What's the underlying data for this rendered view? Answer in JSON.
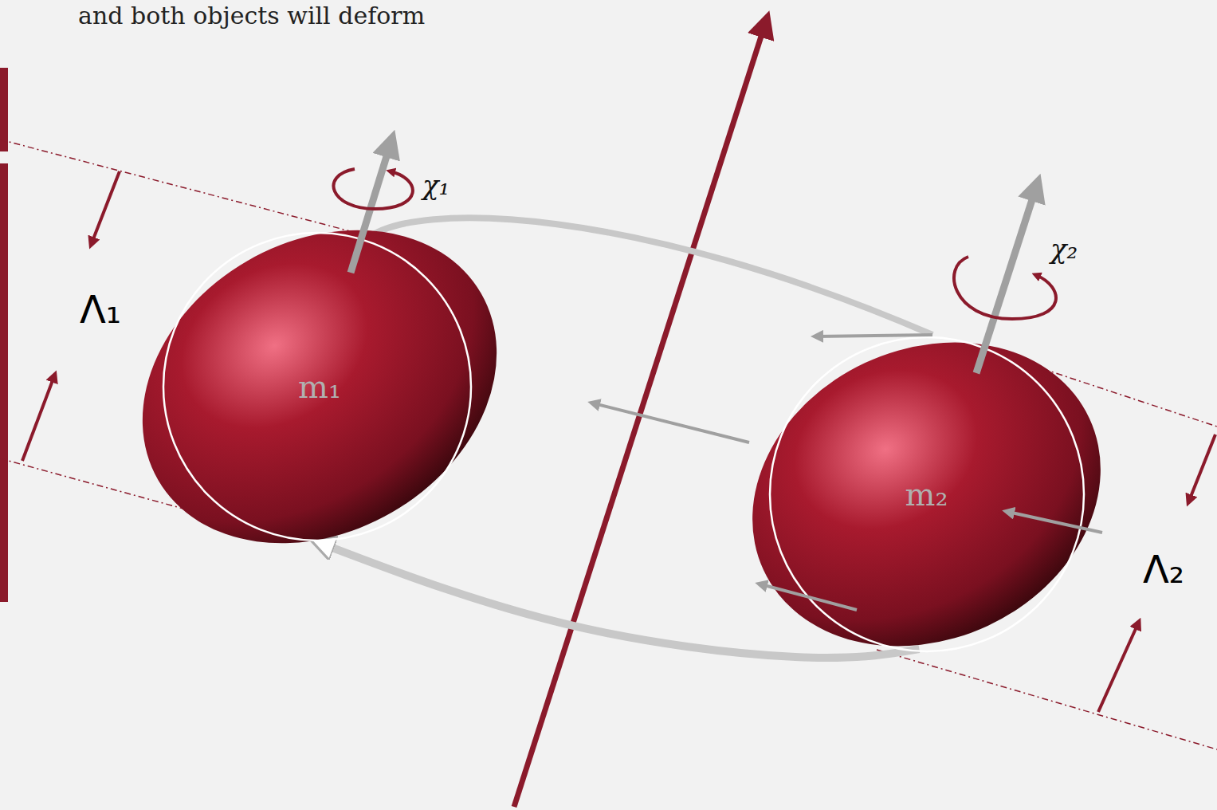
{
  "diagram": {
    "nodes": [
      {
        "text": [
          "m₁"
        ]
      },
      {
        "text": [
          "m₂"
        ]
      }
    ],
    "edges": [
      {
        "from": 1,
        "to": 0,
        "arrow": "to"
      }
    ],
    "labels": [
      "and both objects will deform",
      "χ₁",
      "χ₂",
      "Λ₁",
      "Λ₂"
    ]
  }
}
